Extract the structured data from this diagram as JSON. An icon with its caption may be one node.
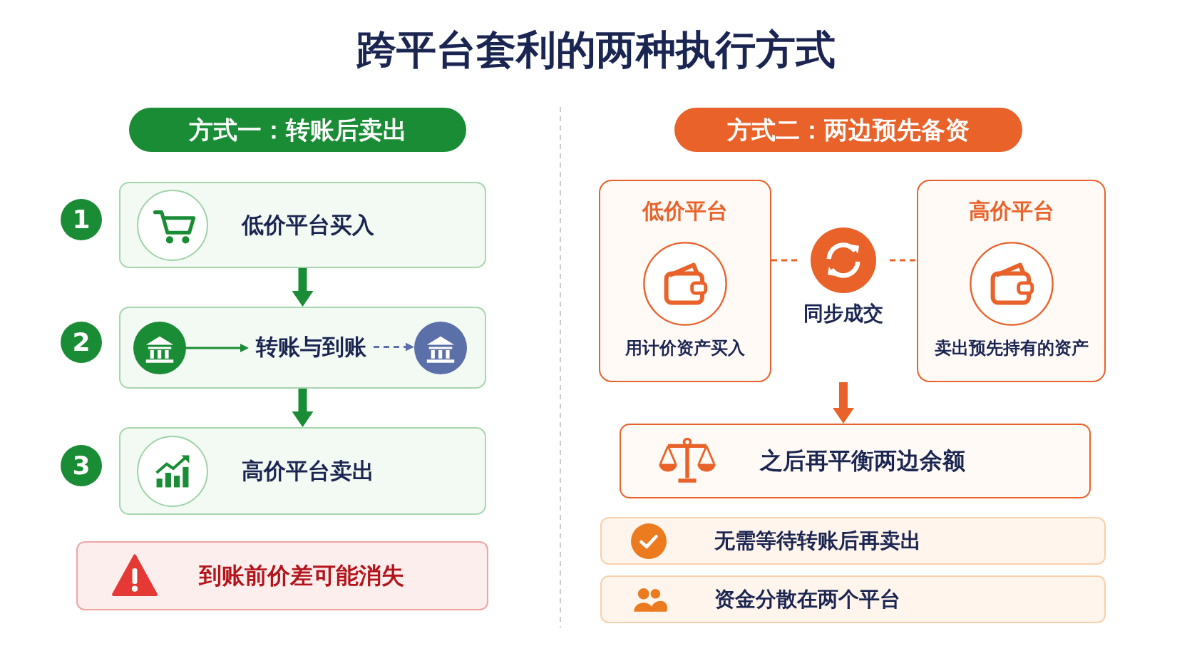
{
  "diagram": {
    "title": "跨平台套利的两种执行方式",
    "nodes": [
      {
        "text": [
          "方式一：转账后卖出"
        ]
      },
      {
        "text": [
          "方式二：两边预先备资"
        ]
      },
      {
        "text": [
          "低价平台买入"
        ],
        "beside": [
          "1"
        ]
      },
      {
        "text": [],
        "shape": "box",
        "beside": [
          "2"
        ]
      },
      {
        "text": [],
        "shape": "circle",
        "in": 3
      },
      {
        "text": [
          "转账与到账"
        ],
        "in": 3
      },
      {
        "text": [],
        "shape": "circle",
        "in": 3
      },
      {
        "text": [
          "高价平台卖出"
        ],
        "beside": [
          "3"
        ]
      },
      {
        "text": [
          "到账前价差可能消失"
        ]
      },
      {
        "text": [
          "低价平台",
          "用计价资产买入"
        ]
      },
      {
        "text": [
          "同步成交"
        ]
      },
      {
        "text": [
          "高价平台",
          "卖出预先持有的资产"
        ]
      },
      {
        "text": [
          "之后再平衡两边余额"
        ]
      },
      {
        "text": [
          "无需等待转账后再卖出"
        ]
      },
      {
        "text": [
          "资金分散在两个平台"
        ]
      }
    ],
    "edges": [
      {
        "from": 2,
        "to": 3,
        "arrow": "to",
        "style": "thick",
        "color": "#1a8c35"
      },
      {
        "from": 3,
        "to": 7,
        "arrow": "to",
        "style": "thick",
        "color": "#1a8c35"
      },
      {
        "from": 4,
        "to": 5,
        "arrow": "to",
        "color": "#1a8c35"
      },
      {
        "from": 5,
        "to": 6,
        "arrow": "to",
        "style": "dashed",
        "color": "#5b6fa8"
      },
      {
        "from": 9,
        "to": 10,
        "arrow": "none",
        "style": "dashed",
        "color": "#e8622a"
      },
      {
        "from": 10,
        "to": 11,
        "arrow": "none",
        "style": "dashed",
        "color": "#e8622a"
      },
      {
        "from": null,
        "to": 12,
        "arrow": "to",
        "style": "thick",
        "color": "#e8622a"
      }
    ]
  }
}
